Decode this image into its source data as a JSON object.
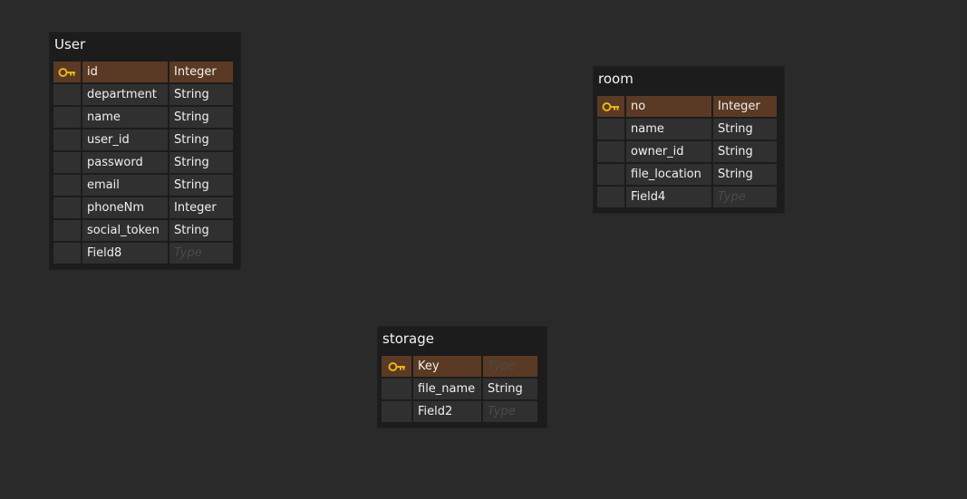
{
  "accent": {
    "key": "#e8b417",
    "pk_row": "#5a3a24"
  },
  "tables": [
    {
      "name": "User",
      "fields": [
        {
          "name": "id",
          "type": "Integer",
          "pk": true
        },
        {
          "name": "department",
          "type": "String"
        },
        {
          "name": "name",
          "type": "String"
        },
        {
          "name": "user_id",
          "type": "String"
        },
        {
          "name": "password",
          "type": "String"
        },
        {
          "name": "email",
          "type": "String"
        },
        {
          "name": "phoneNm",
          "type": "Integer"
        },
        {
          "name": "social_token",
          "type": "String"
        },
        {
          "name": "Field8",
          "type": "",
          "type_placeholder": "Type"
        }
      ]
    },
    {
      "name": "room",
      "fields": [
        {
          "name": "no",
          "type": "Integer",
          "pk": true
        },
        {
          "name": "name",
          "type": "String"
        },
        {
          "name": "owner_id",
          "type": "String"
        },
        {
          "name": "file_location",
          "type": "String"
        },
        {
          "name": "Field4",
          "type": "",
          "type_placeholder": "Type"
        }
      ]
    },
    {
      "name": "storage",
      "fields": [
        {
          "name": "Key",
          "type": "",
          "type_placeholder": "Type",
          "pk": true
        },
        {
          "name": "file_name",
          "type": "String"
        },
        {
          "name": "Field2",
          "type": "",
          "type_placeholder": "Type"
        }
      ]
    }
  ]
}
